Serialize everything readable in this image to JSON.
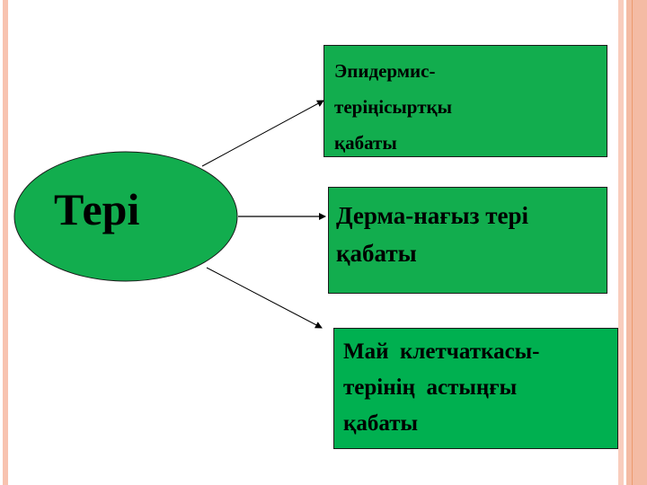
{
  "slide": {
    "background": "#ffffff",
    "border_colors": {
      "left": "#f8c3b0",
      "right_light": "#f9cdbd",
      "right_main": "#f4bba4",
      "right_line": "#ec9a6e"
    }
  },
  "diagram": {
    "center_node": {
      "label": "Тері",
      "fill": "#12ad4e"
    },
    "branches": [
      {
        "label": "Эпидермис-теріңісыртқы қабаты",
        "lines": [
          "Эпидермис-",
          "теріңісыртқы",
          "қабаты"
        ],
        "fill": "#12ad4e"
      },
      {
        "label": "Дерма-нағыз тері қабаты",
        "lines": [
          "Дерма-нағыз тері",
          "қабаты"
        ],
        "fill": "#12ad4e"
      },
      {
        "label": "Май клетчаткасы-терінің астыңғы қабаты",
        "lines": [
          "Май  клетчаткасы-",
          "терінің  астыңғы",
          "қабаты"
        ],
        "fill": "#00b050"
      }
    ]
  }
}
